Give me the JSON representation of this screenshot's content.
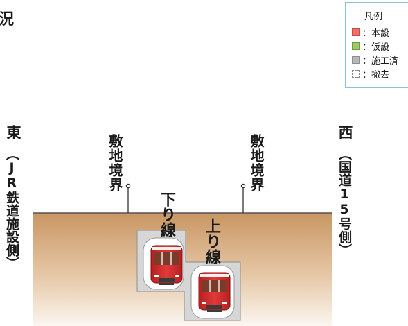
{
  "title": "況",
  "legend": {
    "title": "凡例",
    "items": [
      {
        "label": "：本設",
        "color": "#f26d6d",
        "style": "solid"
      },
      {
        "label": "：仮設",
        "color": "#9ccc65",
        "style": "solid"
      },
      {
        "label": "：施工済",
        "color": "#b7b7b7",
        "style": "solid"
      },
      {
        "label": "：撤去",
        "color": "#ffffff",
        "style": "dashed"
      }
    ]
  },
  "diagram": {
    "east": {
      "direction": "東",
      "note": "（JR鉄道施設側）"
    },
    "west": {
      "direction": "西",
      "note": "（国道15号側）"
    },
    "boundary_left": "敷地境界",
    "boundary_right": "敷地境界",
    "down_line": "下り線",
    "up_line": "上り線",
    "colors": {
      "ground_top": "#c99663",
      "ground_bottom": "#f7efe6",
      "box_fill": "#d6d6d6",
      "train_red": "#d42a2a",
      "train_window": "#7a3c28"
    }
  }
}
